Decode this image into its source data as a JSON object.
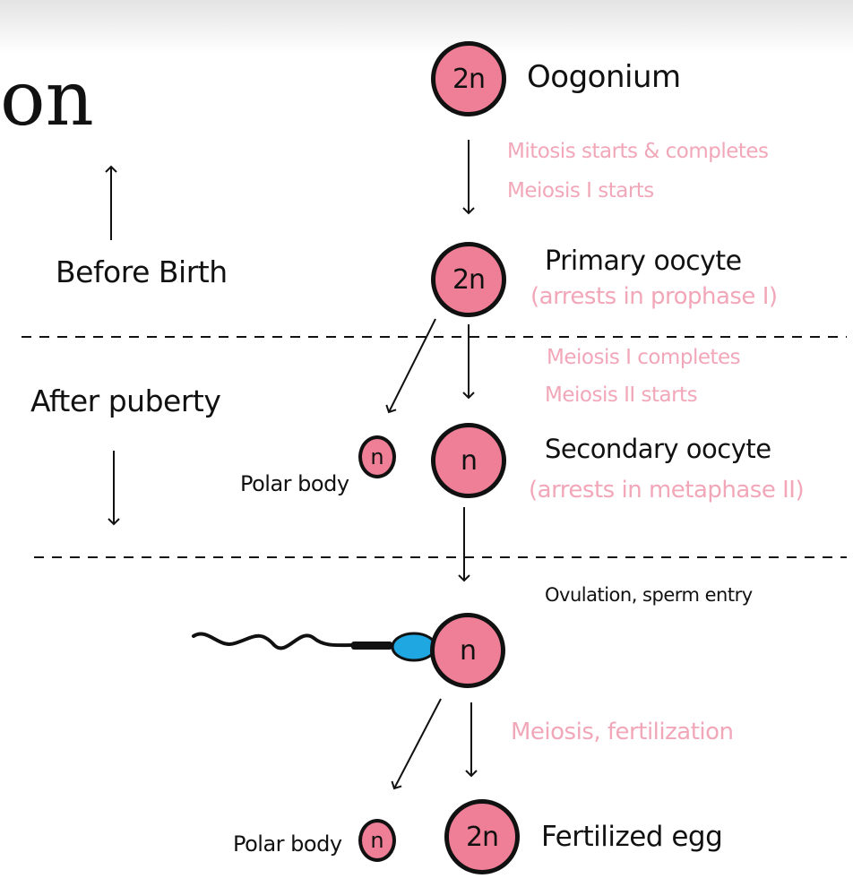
{
  "title_fragment": "on",
  "cells": {
    "oogonium": "2n",
    "primary": "2n",
    "secondary": "n",
    "polar1": "n",
    "ovulated": "n",
    "polar2": "n",
    "fertilized": "2n"
  },
  "labels": {
    "oogonium": "Oogonium",
    "primary": "Primary oocyte",
    "primary_note": "(arrests in prophase I)",
    "secondary": "Secondary oocyte",
    "secondary_note": "(arrests in metaphase II)",
    "polar1": "Polar body",
    "polar2": "Polar body",
    "ovulation": "Ovulation, sperm entry",
    "fertilized": "Fertilized egg"
  },
  "notes": {
    "mitosis": "Mitosis starts & completes",
    "meiosis1_starts": "Meiosis I starts",
    "meiosis1_completes": "Meiosis I completes",
    "meiosis2_starts": "Meiosis II starts",
    "meiosis_fert": "Meiosis, fertilization"
  },
  "side": {
    "before_birth": "Before Birth",
    "after_puberty": "After puberty"
  },
  "colors": {
    "cell_fill": "#ee7f96",
    "note_text": "#f2a7b9",
    "sperm_head": "#1ea7e0",
    "ink": "#111111"
  }
}
